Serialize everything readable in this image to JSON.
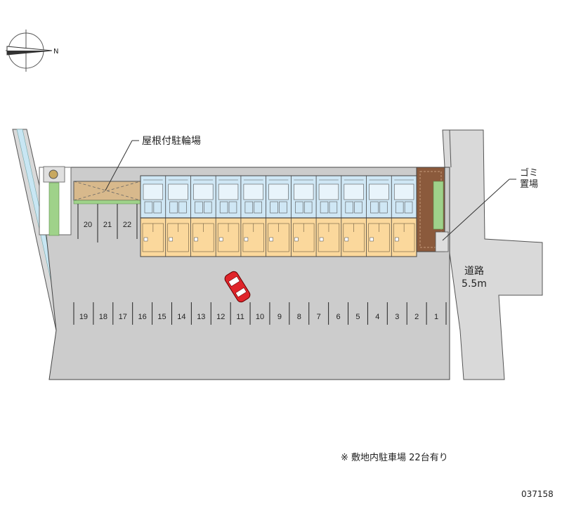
{
  "labels": {
    "compass_n": "N",
    "bicycle_parking": "屋根付駐輪場",
    "garbage_line1": "ゴミ",
    "garbage_line2": "置場",
    "road_line1": "道路",
    "road_line2": "5.5m",
    "footnote": "※ 敷地内駐車場 22台有り",
    "map_id": "037158"
  },
  "parking": {
    "south_row": [
      "19",
      "18",
      "17",
      "16",
      "15",
      "14",
      "13",
      "12",
      "11",
      "10",
      "9",
      "8",
      "7",
      "6",
      "5",
      "4",
      "3",
      "2",
      "1"
    ],
    "west_row": [
      "20",
      "21",
      "22"
    ]
  },
  "colors": {
    "road": "#d9d9d9",
    "site": "#cccccc",
    "upper_units": "#cfe7f5",
    "lower_units": "#fbd89c",
    "grass": "#9fd28a",
    "bicycle_roof": "#d8b98c",
    "garbage_area": "#8b5a3c",
    "car": "#e0242a"
  }
}
